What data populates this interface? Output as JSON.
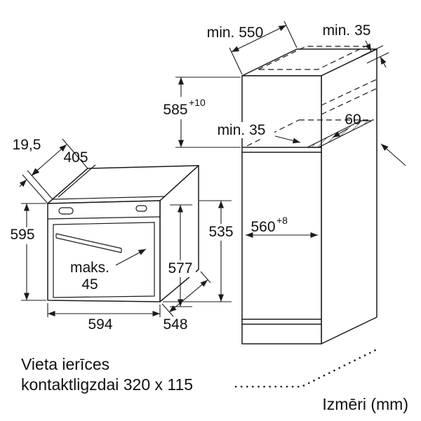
{
  "cabinet": {
    "depth": "min. 550",
    "top_wall_gap": "min. 35",
    "niche_height": "585",
    "niche_height_tolerance": "+10",
    "rear_gap": "min. 35",
    "vent_depth": "60",
    "niche_width": "560",
    "niche_width_tolerance": "+8"
  },
  "oven": {
    "frame_overhang": "19,5",
    "top_depth": "405",
    "height": "595",
    "max_label": "maks.",
    "max_value": "45",
    "width": "594",
    "depth": "548",
    "front_height": "577",
    "body_height": "535"
  },
  "socket_note": {
    "line1": "Vieta ierīces",
    "line2": "kontaktligzdai 320 x 115"
  },
  "units_label": "Izmēri (mm)"
}
